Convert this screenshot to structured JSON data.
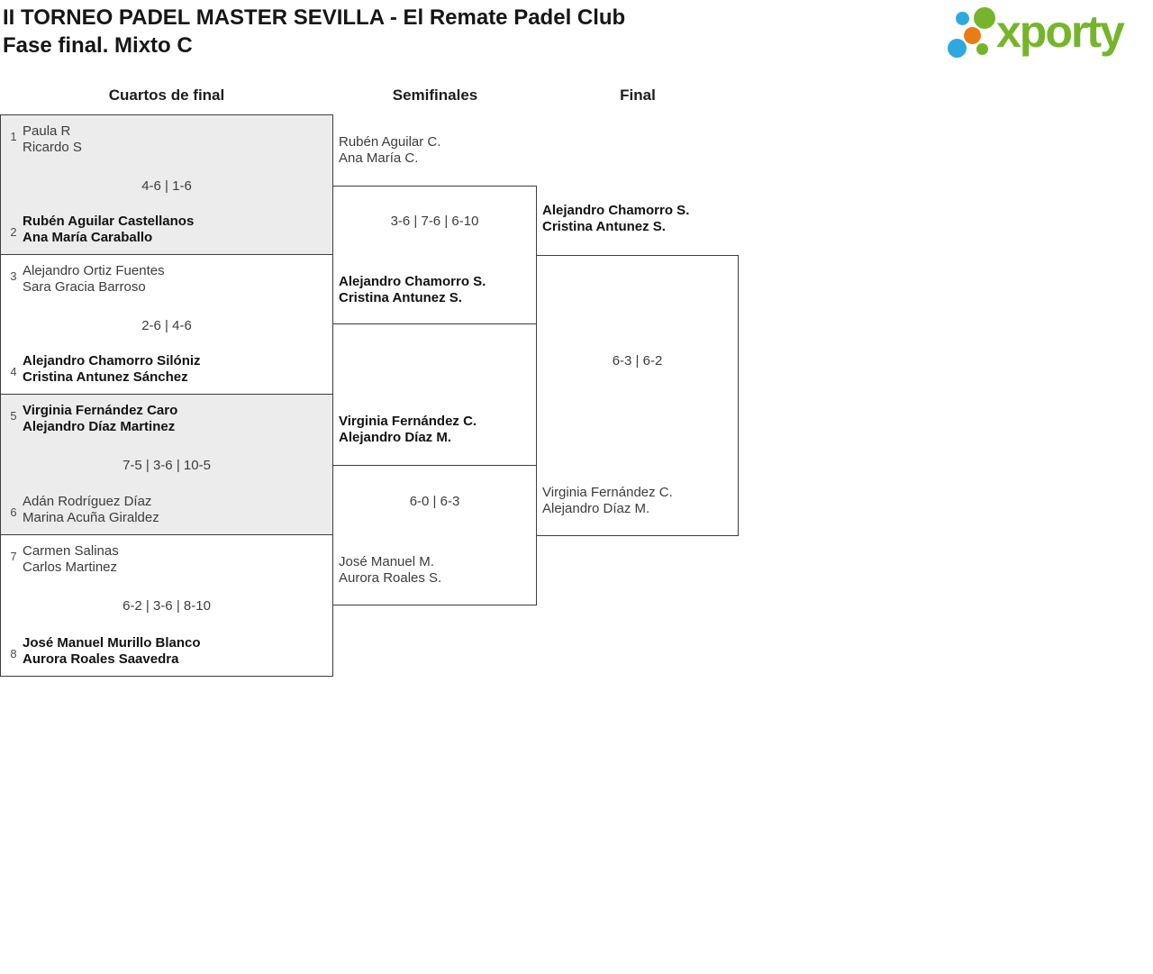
{
  "header": {
    "title_line1": "II TORNEO PADEL MASTER SEVILLA - El Remate Padel Club",
    "title_line2": "Fase final. Mixto C",
    "logo_text": "xporty"
  },
  "colors": {
    "brand_green": "#76b52b",
    "brand_blue": "#2ea9e0",
    "brand_orange": "#e87d17",
    "box_gray": "#ececec",
    "line": "#3d3d3d"
  },
  "columns": {
    "quarterfinals": "Cuartos de final",
    "semifinals": "Semifinales",
    "final": "Final"
  },
  "quarterfinals": [
    {
      "seed_top": "1",
      "team_top": [
        "Paula R",
        "Ricardo S"
      ],
      "score": "4-6 | 1-6",
      "seed_bottom": "2",
      "team_bottom": [
        "Rubén Aguilar Castellanos",
        "Ana María Caraballo"
      ],
      "winner": "bottom"
    },
    {
      "seed_top": "3",
      "team_top": [
        "Alejandro Ortiz Fuentes",
        "Sara Gracia Barroso"
      ],
      "score": "2-6 | 4-6",
      "seed_bottom": "4",
      "team_bottom": [
        "Alejandro Chamorro Silóniz",
        "Cristina Antunez Sánchez"
      ],
      "winner": "bottom"
    },
    {
      "seed_top": "5",
      "team_top": [
        "Virginia Fernández Caro",
        "Alejandro Díaz Martinez"
      ],
      "score": "7-5 | 3-6 | 10-5",
      "seed_bottom": "6",
      "team_bottom": [
        "Adán Rodríguez Díaz",
        "Marina Acuña Giraldez"
      ],
      "winner": "top"
    },
    {
      "seed_top": "7",
      "team_top": [
        "Carmen Salinas",
        "Carlos Martinez"
      ],
      "score": "6-2 | 3-6 | 8-10",
      "seed_bottom": "8",
      "team_bottom": [
        "José Manuel Murillo Blanco",
        "Aurora Roales Saavedra"
      ],
      "winner": "bottom"
    }
  ],
  "semifinals": [
    {
      "team_top": [
        "Rubén Aguilar C.",
        "Ana María C."
      ],
      "score": "3-6 | 7-6 | 6-10",
      "team_bottom": [
        "Alejandro Chamorro S.",
        "Cristina Antunez S."
      ],
      "winner": "bottom"
    },
    {
      "team_top": [
        "Virginia Fernández C.",
        "Alejandro Díaz M."
      ],
      "score": "6-0 | 6-3",
      "team_bottom": [
        "José Manuel M.",
        "Aurora Roales S."
      ],
      "winner": "top"
    }
  ],
  "final": {
    "team_top": [
      "Alejandro Chamorro S.",
      "Cristina Antunez S."
    ],
    "score": "6-3 | 6-2",
    "team_bottom": [
      "Virginia Fernández C.",
      "Alejandro Díaz M."
    ],
    "winner": "top"
  }
}
